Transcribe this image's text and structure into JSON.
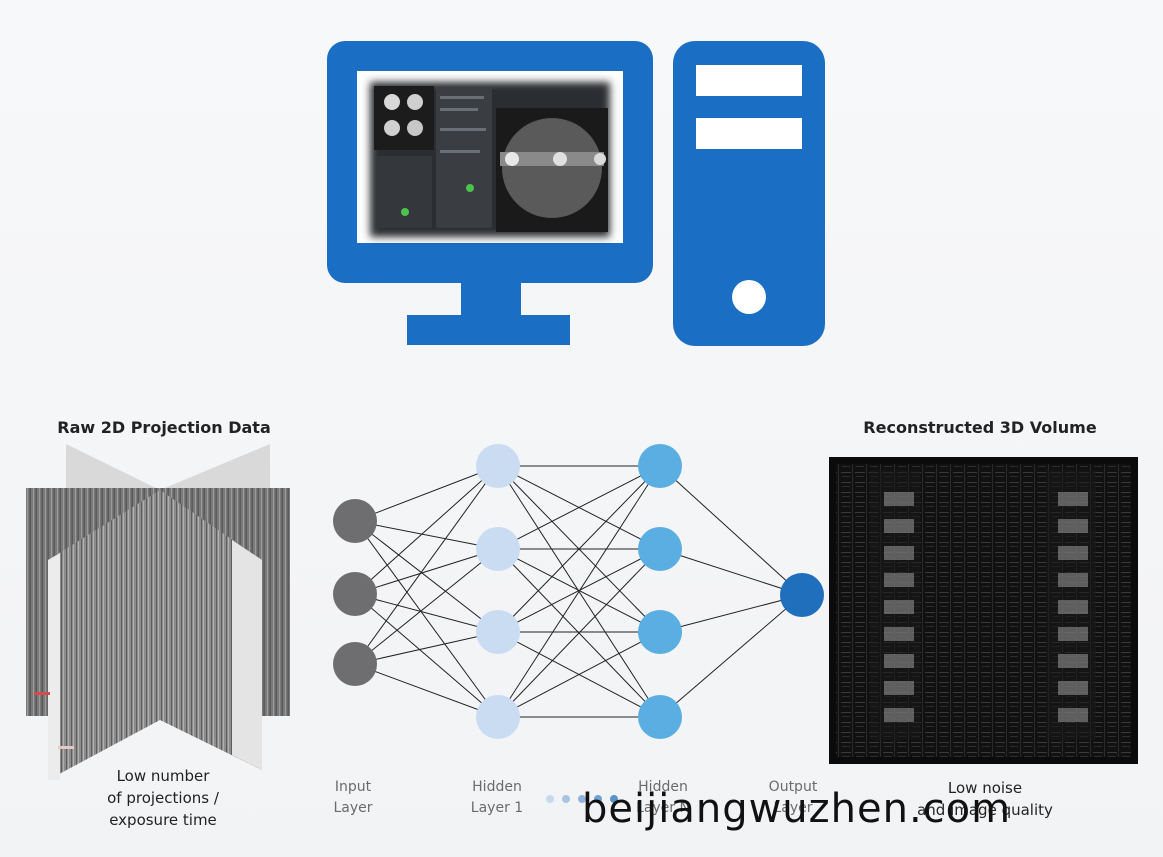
{
  "colors": {
    "computer_blue": "#1a6fc4",
    "input_node": "#6e6e70",
    "hidden1_node": "#c9dcf2",
    "hidden2_node": "#5aaee2",
    "output_node": "#1f6fbd",
    "edge": "#222222"
  },
  "icons": {
    "monitor": "monitor-icon",
    "tower": "pc-tower-icon"
  },
  "left_panel": {
    "title": "Raw 2D Projection Data",
    "caption_line1": "Low number",
    "caption_line2": "of projections /",
    "caption_line3": "exposure time"
  },
  "right_panel": {
    "title": "Reconstructed 3D Volume",
    "caption_line1": "Low noise",
    "caption_line2": "and image quality"
  },
  "network": {
    "input_label_1": "Input",
    "input_label_2": "Layer",
    "hidden1_label_1": "Hidden",
    "hidden1_label_2": "Layer 1",
    "hidden2_label_1": "Hidden",
    "hidden2_label_2": "Layer N",
    "output_label_1": "Output",
    "output_label_2": "Layer",
    "layers": [
      {
        "name": "input",
        "nodes": 3
      },
      {
        "name": "hidden1",
        "nodes": 4
      },
      {
        "name": "hidden2",
        "nodes": 4
      },
      {
        "name": "output",
        "nodes": 1
      }
    ]
  },
  "watermark": "beijiangwuzhen.com"
}
